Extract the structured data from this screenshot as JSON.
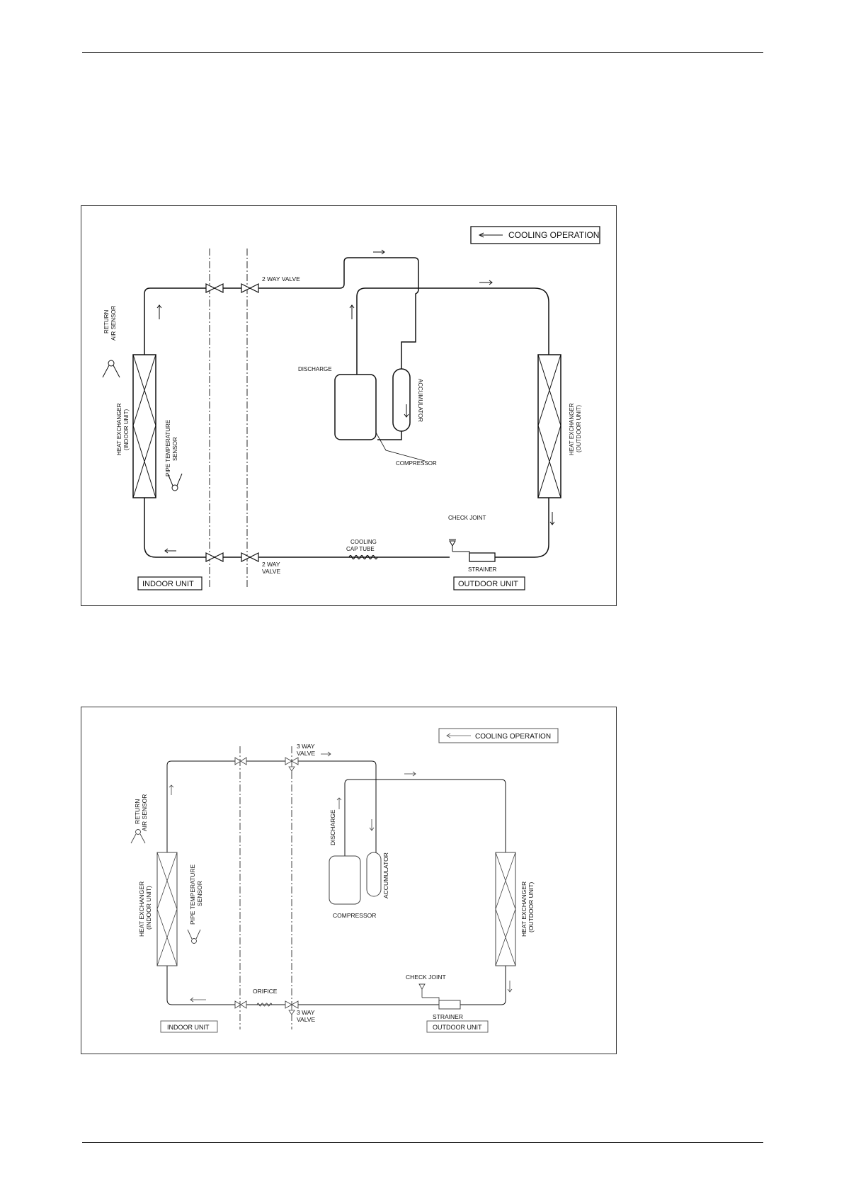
{
  "diagram1": {
    "legend": "COOLING OPERATION",
    "labels": {
      "valve_top": "2 WAY VALVE",
      "valve_bottom_1": "2 WAY",
      "valve_bottom_2": "VALVE",
      "return_sensor_1": "RETURN",
      "return_sensor_2": "AIR SENSOR",
      "hx_indoor_1": "HEAT EXCHANGER",
      "hx_indoor_2": "(INDOOR UNIT)",
      "pipe_sensor_1": "PIPE TEMPERATURE",
      "pipe_sensor_2": "SENSOR",
      "discharge": "DISCHARGE",
      "accumulator": "ACCUMULATOR",
      "compressor": "COMPRESSOR",
      "hx_outdoor_1": "HEAT EXCHANGER",
      "hx_outdoor_2": "(OUTDOOR UNIT)",
      "check_joint": "CHECK JOINT",
      "cap_tube_1": "COOLING",
      "cap_tube_2": "CAP TUBE",
      "strainer": "STRAINER",
      "indoor_unit": "INDOOR UNIT",
      "outdoor_unit": "OUTDOOR UNIT"
    }
  },
  "diagram2": {
    "legend": "COOLING OPERATION",
    "labels": {
      "valve_top_1": "3 WAY",
      "valve_top_2": "VALVE",
      "valve_bottom_1": "3 WAY",
      "valve_bottom_2": "VALVE",
      "return_sensor_1": "RETURN",
      "return_sensor_2": "AIR SENSOR",
      "hx_indoor_1": "HEAT EXCHANGER",
      "hx_indoor_2": "(INDOOR UNIT)",
      "pipe_sensor_1": "PIPE TEMPERATURE",
      "pipe_sensor_2": "SENSOR",
      "discharge": "DISCHARGE",
      "accumulator": "ACCUMULATOR",
      "compressor": "COMPRESSOR",
      "hx_outdoor_1": "HEAT EXCHANGER",
      "hx_outdoor_2": "(OUTDOOR UNIT)",
      "check_joint": "CHECK JOINT",
      "orifice": "ORIFICE",
      "strainer": "STRAINER",
      "indoor_unit": "INDOOR UNIT",
      "outdoor_unit": "OUTDOOR UNIT"
    }
  }
}
